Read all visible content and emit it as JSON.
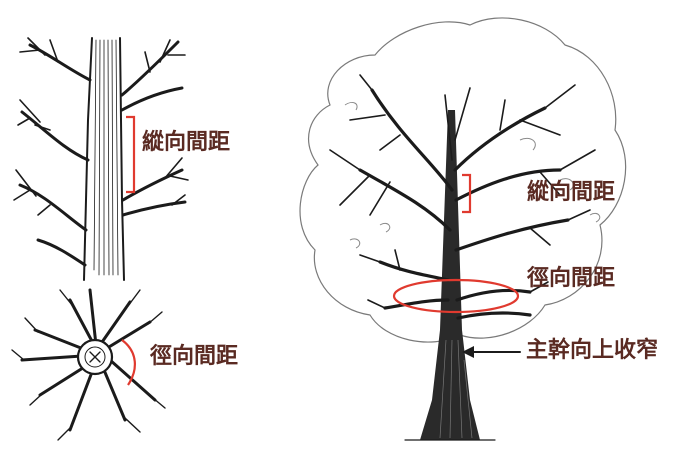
{
  "labels": {
    "vertical_spacing_left": "縱向間距",
    "radial_spacing_left": "徑向間距",
    "vertical_spacing_right": "縱向間距",
    "radial_spacing_right": "徑向間距",
    "trunk_taper": "主幹向上收窄"
  },
  "colors": {
    "label_text": "#5a2a22",
    "bracket_red": "#e03a2f",
    "ink": "#1b1b1b"
  }
}
